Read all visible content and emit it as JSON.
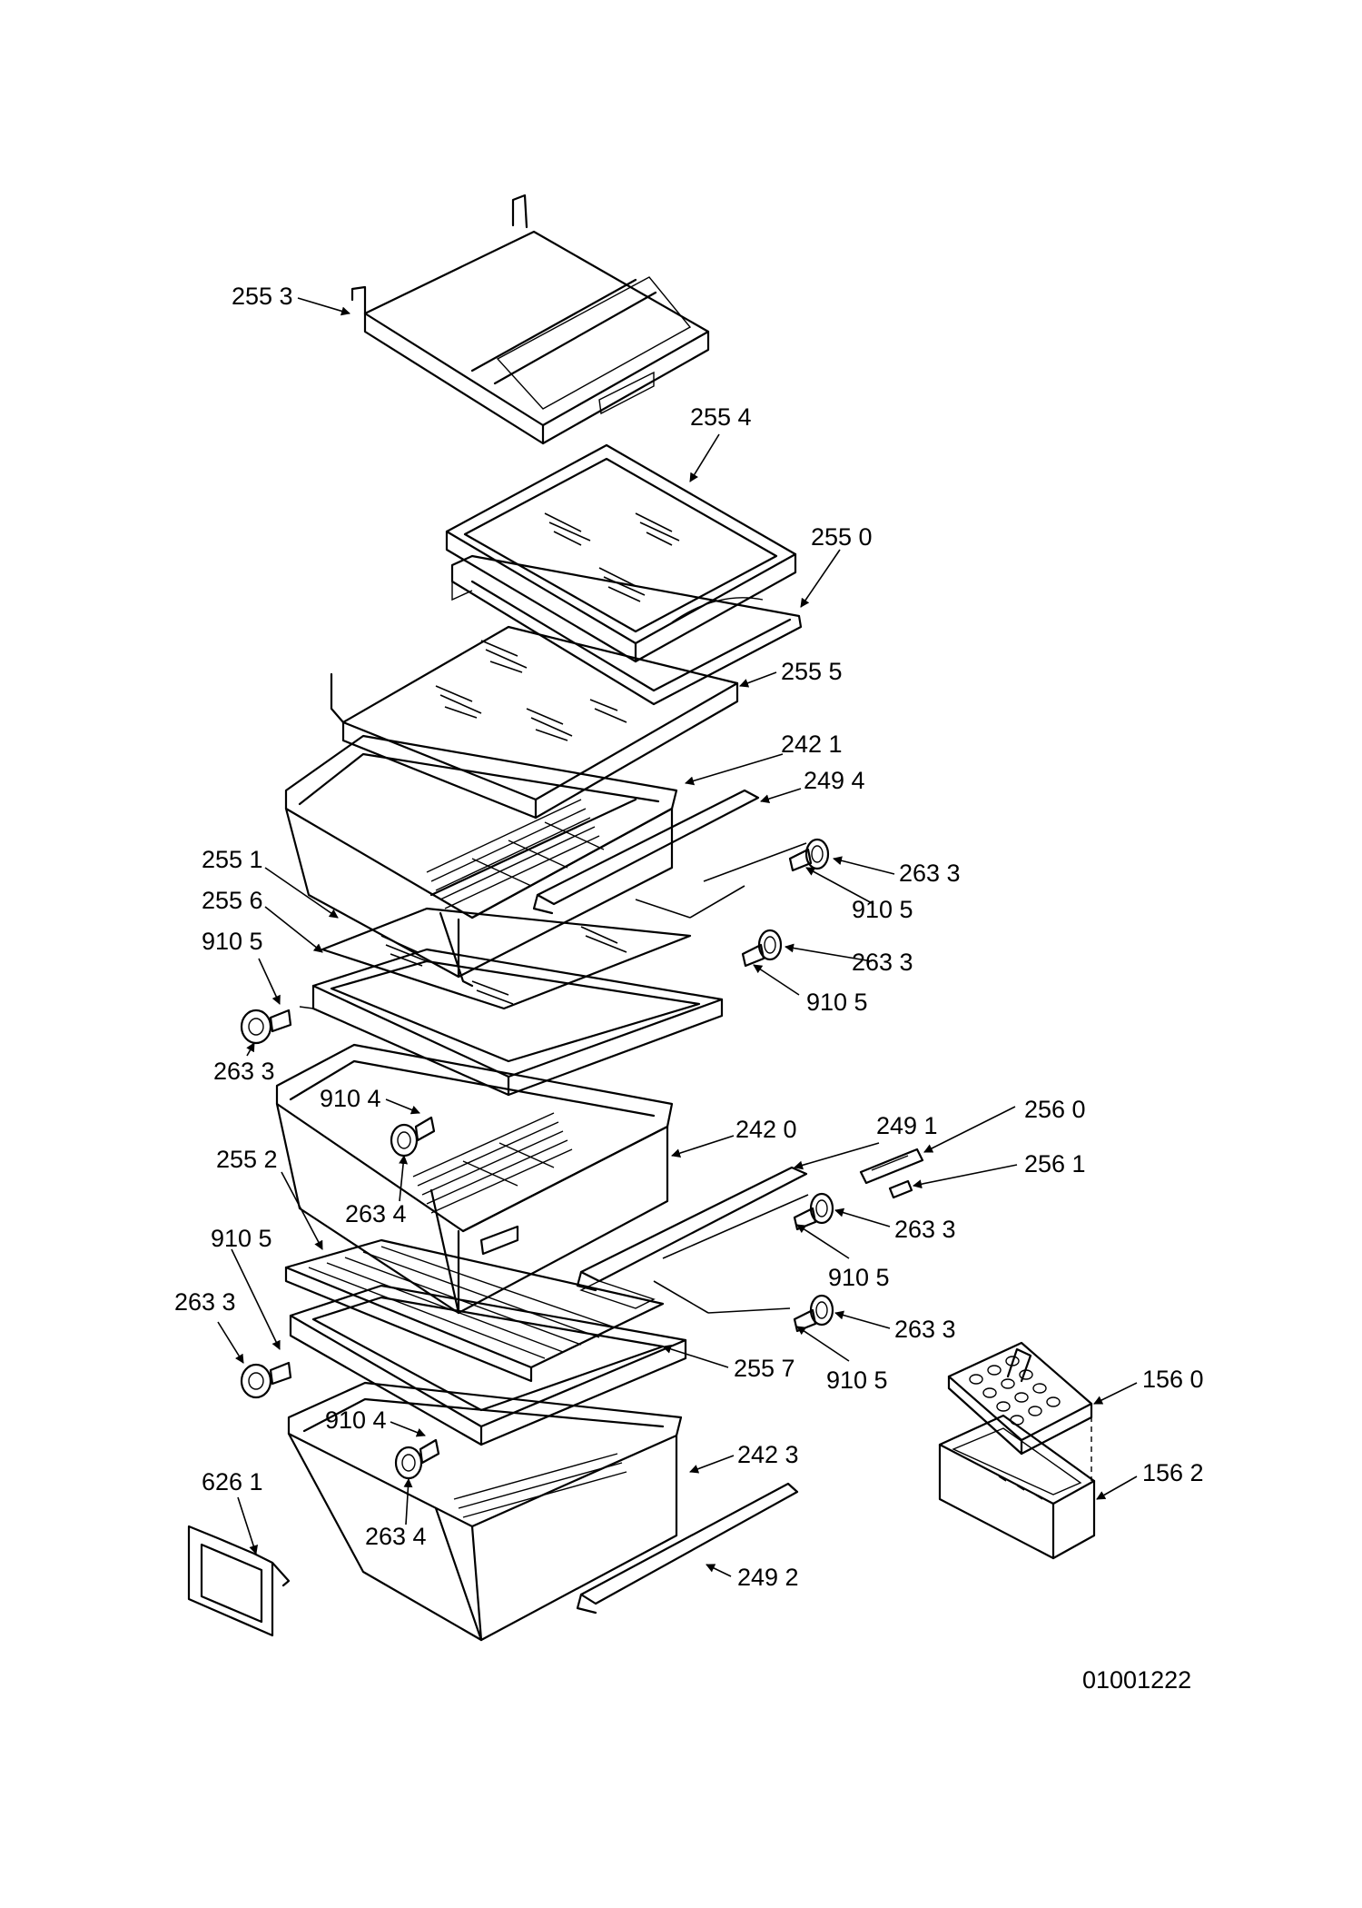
{
  "diagram_id": "01001222",
  "callouts": {
    "c2553": "255 3",
    "c2554": "255 4",
    "c2550": "255 0",
    "c2555": "255 5",
    "c2421": "242 1",
    "c2494": "249 4",
    "c2551": "255 1",
    "c2556": "255 6",
    "c9105a": "910 5",
    "c2633a": "263 3",
    "c2633b": "263 3",
    "c9105b": "910 5",
    "c2633c": "263 3",
    "c9105c": "910 5",
    "c9104a": "910 4",
    "c2634a": "263 4",
    "c2420": "242 0",
    "c2491": "249 1",
    "c2560": "256 0",
    "c2561": "256 1",
    "c2552": "255 2",
    "c9105d": "910 5",
    "c2633d": "263 3",
    "c9105e": "910 5",
    "c2633e": "263 3",
    "c2633f": "263 3",
    "c2557": "255 7",
    "c9105f": "910 5",
    "c1560": "156 0",
    "c1562": "156  2",
    "c9104b": "910 4",
    "c2423": "242 3",
    "c6261": "626 1",
    "c2634b": "263 4",
    "c2492": "249 2"
  }
}
